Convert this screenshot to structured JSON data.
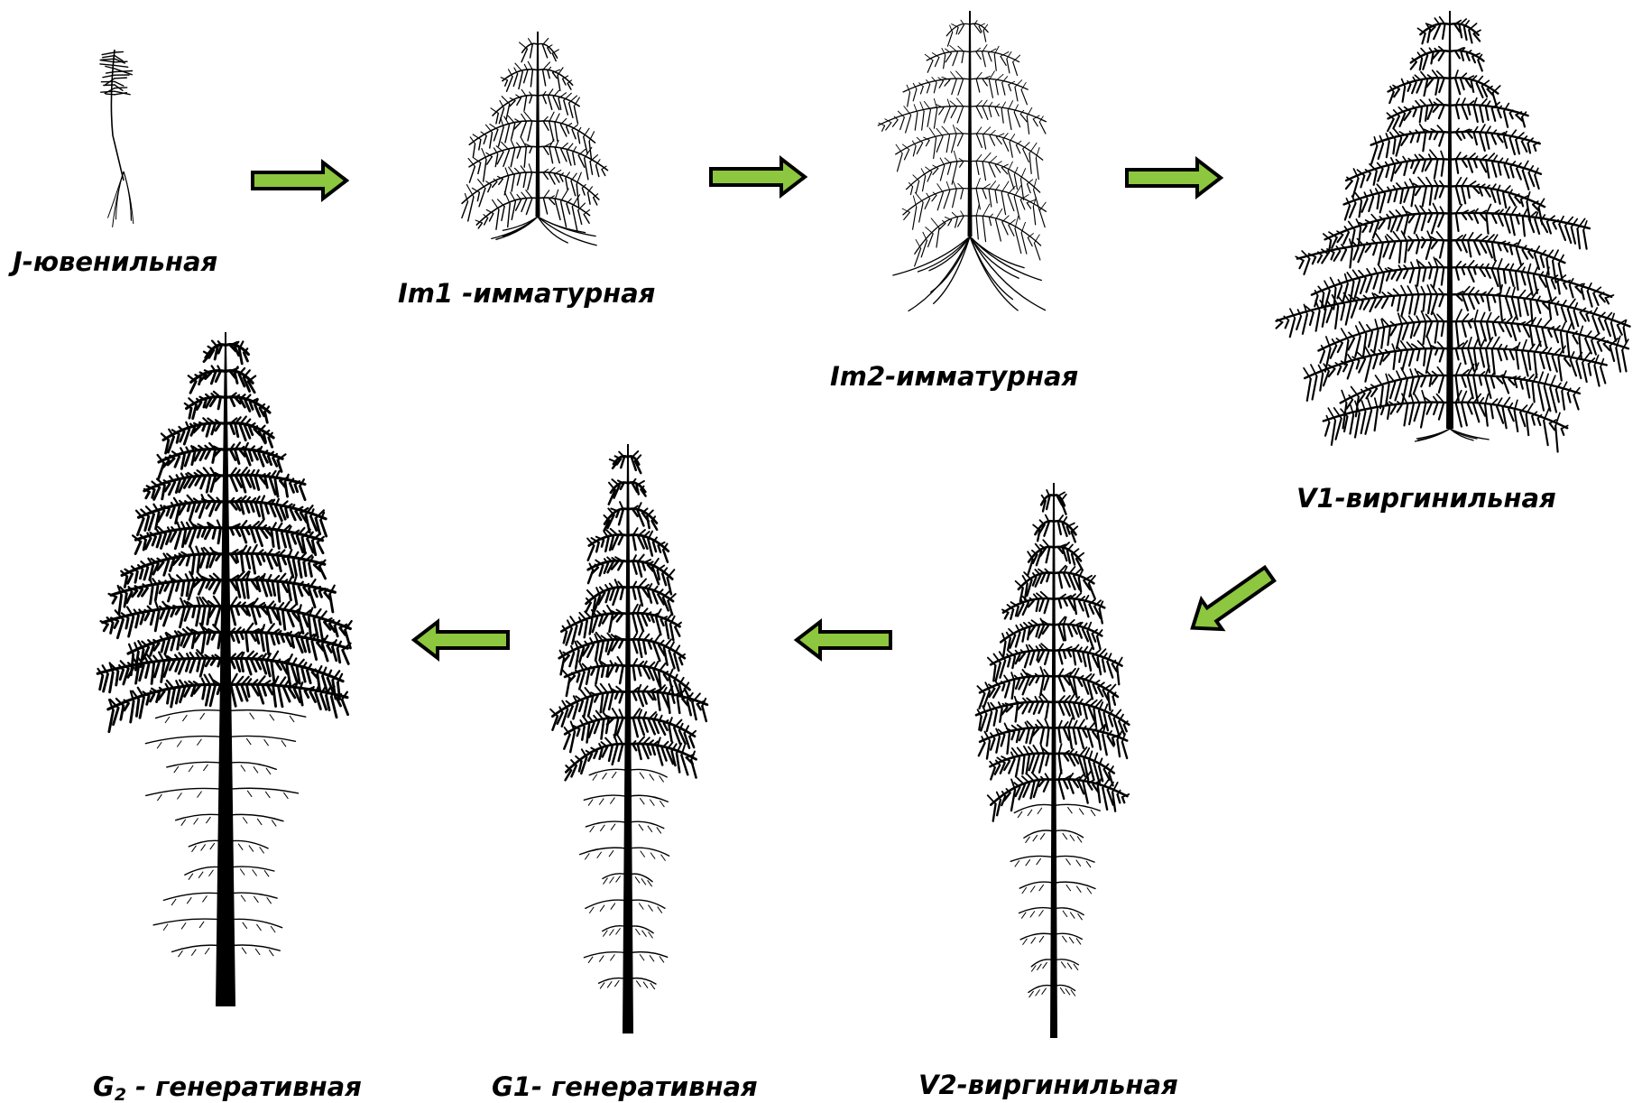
{
  "colors": {
    "arrow_fill": "#8dc63f",
    "arrow_stroke": "#000000",
    "tree_ink": "#000000",
    "label_text": "#000000"
  },
  "stages": [
    {
      "id": "j",
      "label": "J-ювенильная",
      "drawing": "seedling-icon"
    },
    {
      "id": "im1",
      "label": "Im1 -имматурная",
      "drawing": "young-spruce-icon"
    },
    {
      "id": "im2",
      "label": "Im2-имматурная",
      "drawing": "sapling-spruce-icon"
    },
    {
      "id": "v1",
      "label": "V1-виргинильная",
      "drawing": "broad-spruce-icon"
    },
    {
      "id": "v2",
      "label": "V2-виргинильная",
      "drawing": "tall-spruce-icon"
    },
    {
      "id": "g1",
      "label": "G1- генеративная",
      "drawing": "mature-spruce-icon"
    },
    {
      "id": "g2",
      "label": {
        "prefix": "G",
        "subscript": "2",
        "suffix": " - генеративная"
      },
      "drawing": "old-spruce-icon"
    }
  ],
  "arrows": [
    {
      "from": "j",
      "to": "im1",
      "direction": "right"
    },
    {
      "from": "im1",
      "to": "im2",
      "direction": "right"
    },
    {
      "from": "im2",
      "to": "v1",
      "direction": "right"
    },
    {
      "from": "v1",
      "to": "v2",
      "direction": "down-left"
    },
    {
      "from": "v2",
      "to": "g1",
      "direction": "left"
    },
    {
      "from": "g1",
      "to": "g2",
      "direction": "left"
    }
  ]
}
